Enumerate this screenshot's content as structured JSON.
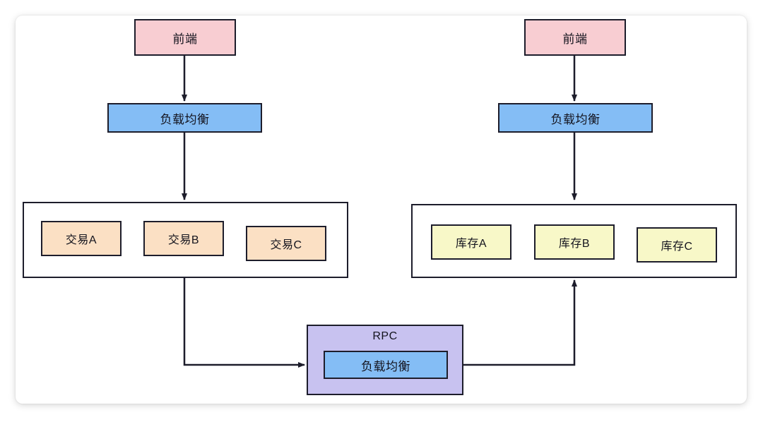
{
  "diagram": {
    "title": "",
    "background_color": "#ffffff",
    "card_color": "#ffffff",
    "stroke_color": "#1d1d2b",
    "palette": {
      "frontend": "#f8cdd2",
      "load_balancer": "#84bdf5",
      "trade_service": "#fbe0c4",
      "stock_service": "#f8f8c8",
      "rpc_container": "#c8c2f0"
    },
    "left_branch": {
      "frontend_label": "前端",
      "load_balancer_label": "负载均衡",
      "services": [
        {
          "label": "交易A"
        },
        {
          "label": "交易B"
        },
        {
          "label": "交易C"
        }
      ]
    },
    "right_branch": {
      "frontend_label": "前端",
      "load_balancer_label": "负载均衡",
      "services": [
        {
          "label": "库存A"
        },
        {
          "label": "库存B"
        },
        {
          "label": "库存C"
        }
      ]
    },
    "rpc": {
      "title_label": "RPC",
      "inner_label": "负载均衡"
    }
  }
}
